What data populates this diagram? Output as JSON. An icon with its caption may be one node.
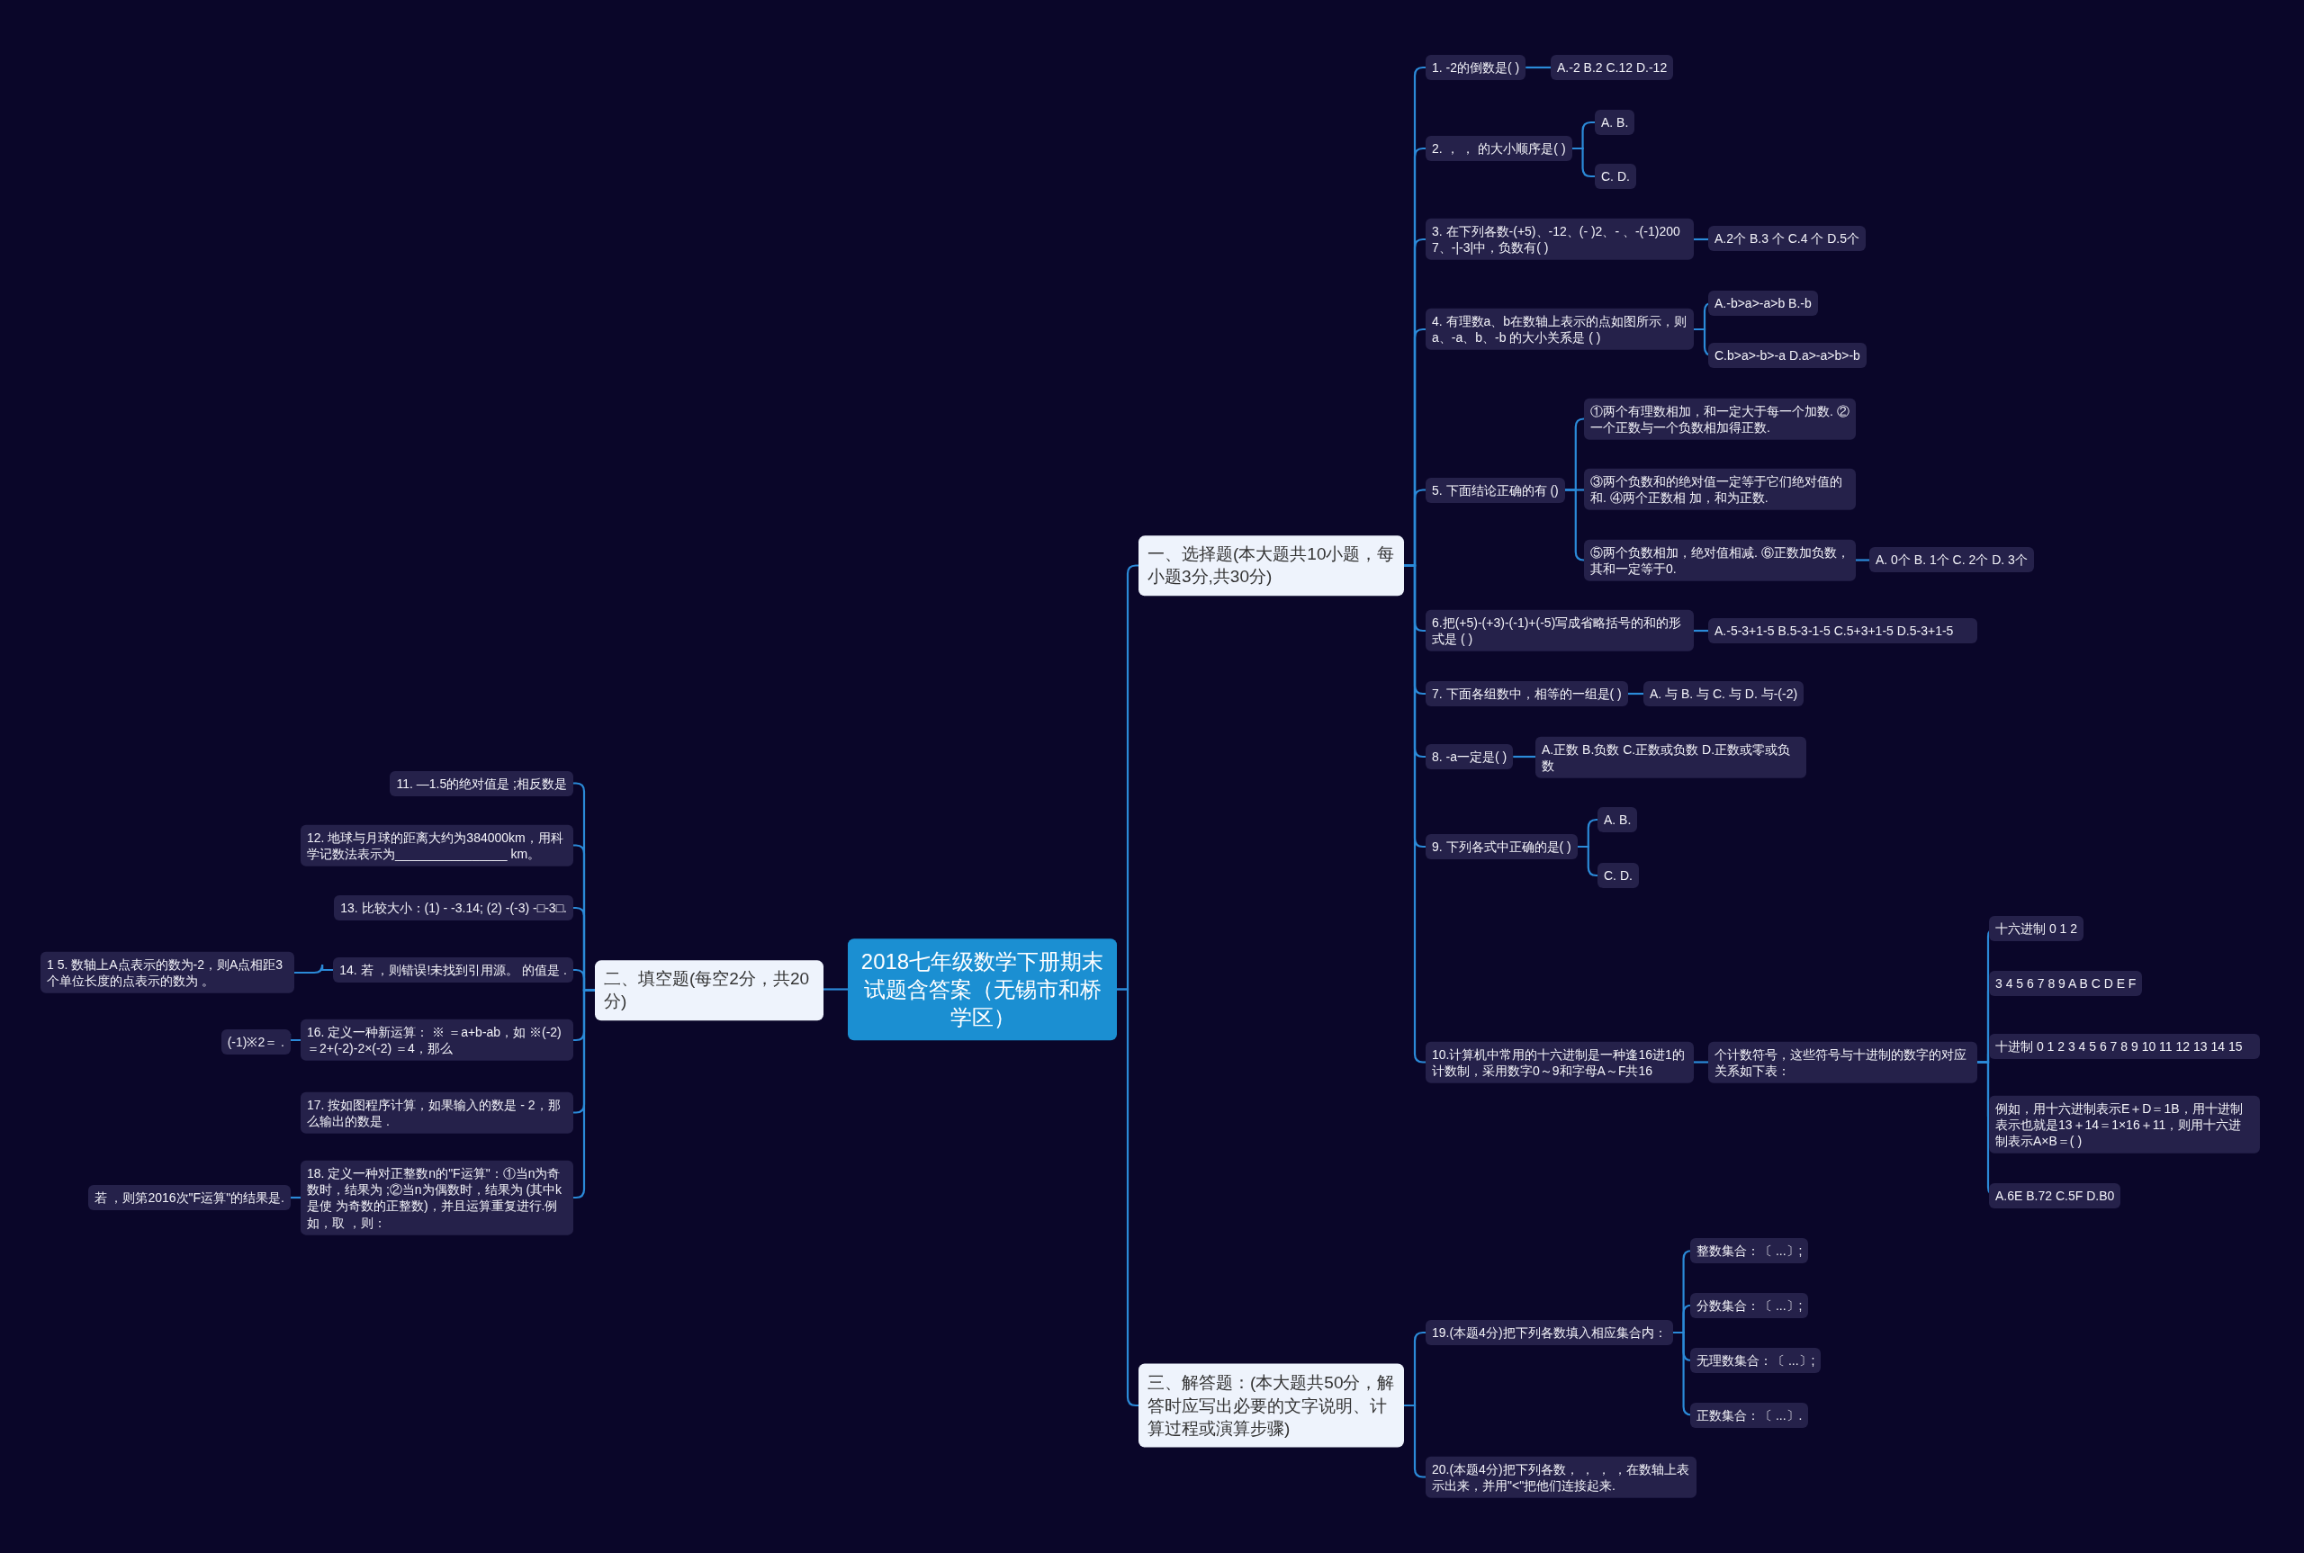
{
  "diagram": {
    "nodes": [
      {
        "text": [
          "2018七年级数学下册期末试题含答案（无锡市和桥学区）"
        ]
      },
      {
        "text": [
          "一、选择题(本大题共10小题，每小题3分,共30分)"
        ]
      },
      {
        "text": [
          "1. -2的倒数是( )"
        ]
      },
      {
        "text": [
          "A.-2 B.2 C.12 D.-12"
        ]
      },
      {
        "text": [
          "2. ， ， 的大小顺序是( )"
        ]
      },
      {
        "text": [
          "A. B."
        ]
      },
      {
        "text": [
          "C. D."
        ]
      },
      {
        "text": [
          "3. 在下列各数-(+5)、-12、(- )2、- 、-(-1)2007、-|-3|中，负数有( )"
        ]
      },
      {
        "text": [
          "A.2个  B.3 个 C.4 个 D.5个"
        ]
      },
      {
        "text": [
          "4. 有理数a、b在数轴上表示的点如图所示，则a、-a、b、-b 的大小关系是 ( )"
        ]
      },
      {
        "text": [
          "A.-b>a>-a>b B.-b"
        ]
      },
      {
        "text": [
          "C.b>a>-b>-a D.a>-a>b>-b"
        ]
      },
      {
        "text": [
          "5. 下面结论正确的有 ()"
        ]
      },
      {
        "text": [
          "①两个有理数相加，和一定大于每一个加数. ②一个正数与一个负数相加得正数."
        ]
      },
      {
        "text": [
          "③两个负数和的绝对值一定等于它们绝对值的和. ④两个正数相 加，和为正数."
        ]
      },
      {
        "text": [
          "⑤两个负数相加，绝对值相减. ⑥正数加负数，其和一定等于0."
        ]
      },
      {
        "text": [
          "A. 0个 B. 1个 C. 2个 D. 3个"
        ]
      },
      {
        "text": [
          "6.把(+5)-(+3)-(-1)+(-5)写成省略括号的和的形式是 ( )"
        ]
      },
      {
        "text": [
          "A.-5-3+1-5 B.5-3-1-5 C.5+3+1-5 D.5-3+1-5"
        ]
      },
      {
        "text": [
          "7. 下面各组数中，相等的一组是( )"
        ]
      },
      {
        "text": [
          "A. 与 B. 与 C. 与 D. 与-(-2)"
        ]
      },
      {
        "text": [
          "8. -a一定是( )"
        ]
      },
      {
        "text": [
          "A.正数 B.负数 C.正数或负数 D.正数或零或负数"
        ]
      },
      {
        "text": [
          "9. 下列各式中正确的是( )"
        ]
      },
      {
        "text": [
          "A. B."
        ]
      },
      {
        "text": [
          "C. D."
        ]
      },
      {
        "text": [
          "10.计算机中常用的十六进制是一种逢16进1的计数制，采用数字0～9和字母A～F共16"
        ]
      },
      {
        "text": [
          "个计数符号，这些符号与十进制的数字的对应关系如下表："
        ]
      },
      {
        "text": [
          "十六进制 0 1 2"
        ]
      },
      {
        "text": [
          "3 4 5 6 7 8 9 A B C D E F"
        ]
      },
      {
        "text": [
          "十进制 0 1 2 3 4 5 6 7 8 9 10 11 12 13 14 15"
        ]
      },
      {
        "text": [
          "例如，用十六进制表示E＋D＝1B，用十进制表示也就是13＋14＝1×16＋11，则用十六进制表示A×B＝( )"
        ]
      },
      {
        "text": [
          "A.6E B.72 C.5F D.B0"
        ]
      },
      {
        "text": [
          "三、解答题：(本大题共50分，解答时应写出必要的文字说明、计算过程或演算步骤)"
        ]
      },
      {
        "text": [
          "19.(本题4分)把下列各数填入相应集合内："
        ]
      },
      {
        "text": [
          "整数集合：〔 ...〕;"
        ]
      },
      {
        "text": [
          "分数集合：〔 ...〕;"
        ]
      },
      {
        "text": [
          "无理数集合：〔 ...〕;"
        ]
      },
      {
        "text": [
          "正数集合：〔 ...〕."
        ]
      },
      {
        "text": [
          "20.(本题4分)把下列各数， ， ， ，在数轴上表示出来，并用\"<\"把他们连接起来."
        ]
      },
      {
        "text": [
          "二、填空题(每空2分，共20分)"
        ]
      },
      {
        "text": [
          "11. —1.5的绝对值是 ;相反数是"
        ]
      },
      {
        "text": [
          "12. 地球与月球的距离大约为384000km，用科学记数法表示为________________ km。"
        ]
      },
      {
        "text": [
          "13. 比较大小：(1) - -3.14; (2) -(-3) -□-3□."
        ]
      },
      {
        "text": [
          "14. 若 ，则错误!未找到引用源。 的值是 ."
        ]
      },
      {
        "text": [
          "1 5. 数轴上A点表示的数为-2，则A点相距3个单位长度的点表示的数为 。"
        ]
      },
      {
        "text": [
          "16. 定义一种新运算： ※ ＝a+b-ab，如 ※(-2) ＝2+(-2)-2×(-2) ＝4，那么"
        ]
      },
      {
        "text": [
          "(-1)※2＝ ."
        ]
      },
      {
        "text": [
          "17. 按如图程序计算，如果输入的数是 - 2，那么输出的数是 ."
        ]
      },
      {
        "text": [
          "18. 定义一种对正整数n的\"F运算\"：①当n为奇数时，结果为 ;②当n为偶数时，结果为 (其中k是使 为奇数的正整数)，并且运算重复进行.例如，取 ，则："
        ]
      },
      {
        "text": [
          "若 ，则第2016次\"F运算\"的结果是."
        ]
      }
    ],
    "edges": [
      {
        "from": 0,
        "to": 1,
        "arrow": "none"
      },
      {
        "from": 0,
        "to": 33,
        "arrow": "none"
      },
      {
        "from": 0,
        "to": 40,
        "arrow": "none"
      },
      {
        "from": 1,
        "to": 2,
        "arrow": "none"
      },
      {
        "from": 1,
        "to": 4,
        "arrow": "none"
      },
      {
        "from": 1,
        "to": 7,
        "arrow": "none"
      },
      {
        "from": 1,
        "to": 9,
        "arrow": "none"
      },
      {
        "from": 1,
        "to": 12,
        "arrow": "none"
      },
      {
        "from": 1,
        "to": 17,
        "arrow": "none"
      },
      {
        "from": 1,
        "to": 19,
        "arrow": "none"
      },
      {
        "from": 1,
        "to": 21,
        "arrow": "none"
      },
      {
        "from": 1,
        "to": 23,
        "arrow": "none"
      },
      {
        "from": 1,
        "to": 26,
        "arrow": "none"
      },
      {
        "from": 2,
        "to": 3,
        "arrow": "none"
      },
      {
        "from": 4,
        "to": 5,
        "arrow": "none"
      },
      {
        "from": 4,
        "to": 6,
        "arrow": "none"
      },
      {
        "from": 7,
        "to": 8,
        "arrow": "none"
      },
      {
        "from": 9,
        "to": 10,
        "arrow": "none"
      },
      {
        "from": 9,
        "to": 11,
        "arrow": "none"
      },
      {
        "from": 12,
        "to": 13,
        "arrow": "none"
      },
      {
        "from": 12,
        "to": 14,
        "arrow": "none"
      },
      {
        "from": 12,
        "to": 15,
        "arrow": "none"
      },
      {
        "from": 15,
        "to": 16,
        "arrow": "none"
      },
      {
        "from": 17,
        "to": 18,
        "arrow": "none"
      },
      {
        "from": 19,
        "to": 20,
        "arrow": "none"
      },
      {
        "from": 21,
        "to": 22,
        "arrow": "none"
      },
      {
        "from": 23,
        "to": 24,
        "arrow": "none"
      },
      {
        "from": 23,
        "to": 25,
        "arrow": "none"
      },
      {
        "from": 26,
        "to": 27,
        "arrow": "none"
      },
      {
        "from": 27,
        "to": 28,
        "arrow": "none"
      },
      {
        "from": 27,
        "to": 29,
        "arrow": "none"
      },
      {
        "from": 27,
        "to": 30,
        "arrow": "none"
      },
      {
        "from": 27,
        "to": 31,
        "arrow": "none"
      },
      {
        "from": 27,
        "to": 32,
        "arrow": "none"
      },
      {
        "from": 33,
        "to": 34,
        "arrow": "none"
      },
      {
        "from": 33,
        "to": 39,
        "arrow": "none"
      },
      {
        "from": 34,
        "to": 35,
        "arrow": "none"
      },
      {
        "from": 34,
        "to": 36,
        "arrow": "none"
      },
      {
        "from": 34,
        "to": 37,
        "arrow": "none"
      },
      {
        "from": 34,
        "to": 38,
        "arrow": "none"
      },
      {
        "from": 40,
        "to": 41,
        "arrow": "none"
      },
      {
        "from": 40,
        "to": 42,
        "arrow": "none"
      },
      {
        "from": 40,
        "to": 43,
        "arrow": "none"
      },
      {
        "from": 40,
        "to": 44,
        "arrow": "none"
      },
      {
        "from": 40,
        "to": 46,
        "arrow": "none"
      },
      {
        "from": 40,
        "to": 48,
        "arrow": "none"
      },
      {
        "from": 40,
        "to": 49,
        "arrow": "none"
      },
      {
        "from": 44,
        "to": 45,
        "arrow": "none"
      },
      {
        "from": 46,
        "to": 47,
        "arrow": "none"
      },
      {
        "from": 49,
        "to": 50,
        "arrow": "none"
      }
    ]
  }
}
